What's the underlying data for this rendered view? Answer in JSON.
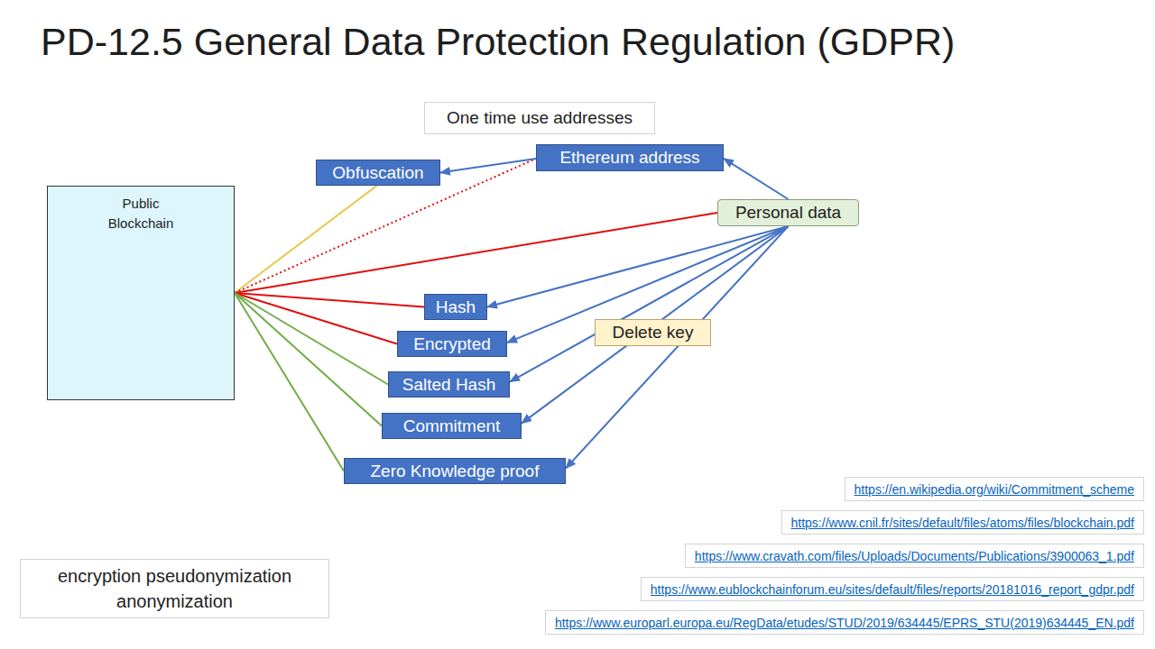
{
  "diagram": {
    "title": "PD-12.5 General Data Protection Regulation (GDPR)",
    "nodes": [
      {
        "text": [
          "One time use addresses"
        ]
      },
      {
        "text": [
          "Ethereum address"
        ]
      },
      {
        "text": [
          "Obfuscation"
        ]
      },
      {
        "text": [
          "Public Blockchain"
        ]
      },
      {
        "text": [
          "Personal data"
        ]
      },
      {
        "text": [
          "Hash"
        ]
      },
      {
        "text": [
          "Delete key"
        ]
      },
      {
        "text": [
          "Encrypted"
        ]
      },
      {
        "text": [
          "Salted Hash"
        ]
      },
      {
        "text": [
          "Commitment"
        ]
      },
      {
        "text": [
          "Zero Knowledge proof"
        ]
      },
      {
        "text": [
          "https://en.wikipedia.org/wiki/Commitment_scheme"
        ]
      },
      {
        "text": [
          "https://www.cnil.fr/sites/default/files/atoms/files/blockchain.pdf"
        ]
      },
      {
        "text": [
          "https://www.cravath.com/files/Uploads/Documents/Publications/3900063_1.pdf"
        ]
      },
      {
        "text": [
          "https://www.eublockchainforum.eu/sites/default/files/reports/20181016_report_gdpr.pdf"
        ]
      },
      {
        "text": [
          "https://www.europarl.europa.eu/RegData/etudes/STUD/2019/634445/EPRS_STU(2019)634445_EN.pdf"
        ]
      },
      {
        "text": [
          "encryption pseudonymization anonymization"
        ]
      }
    ],
    "edges": [
      {
        "from": 3,
        "to": 2,
        "arrow": "none"
      },
      {
        "from": 3,
        "to": 1,
        "arrow": "none"
      },
      {
        "from": 3,
        "to": 4,
        "arrow": "none"
      },
      {
        "from": 3,
        "to": 5,
        "arrow": "none"
      },
      {
        "from": 3,
        "to": 7,
        "arrow": "none"
      },
      {
        "from": 3,
        "to": 8,
        "arrow": "none"
      },
      {
        "from": 3,
        "to": 9,
        "arrow": "none"
      },
      {
        "from": 3,
        "to": 10,
        "arrow": "none"
      },
      {
        "from": 1,
        "to": 2,
        "arrow": "to"
      },
      {
        "from": 4,
        "to": 1,
        "arrow": "to"
      },
      {
        "from": 4,
        "to": 5,
        "arrow": "to"
      },
      {
        "from": 4,
        "to": 7,
        "arrow": "to"
      },
      {
        "from": 4,
        "to": 8,
        "arrow": "to"
      },
      {
        "from": 4,
        "to": 9,
        "arrow": "to"
      },
      {
        "from": 4,
        "to": 10,
        "arrow": "to"
      }
    ]
  }
}
